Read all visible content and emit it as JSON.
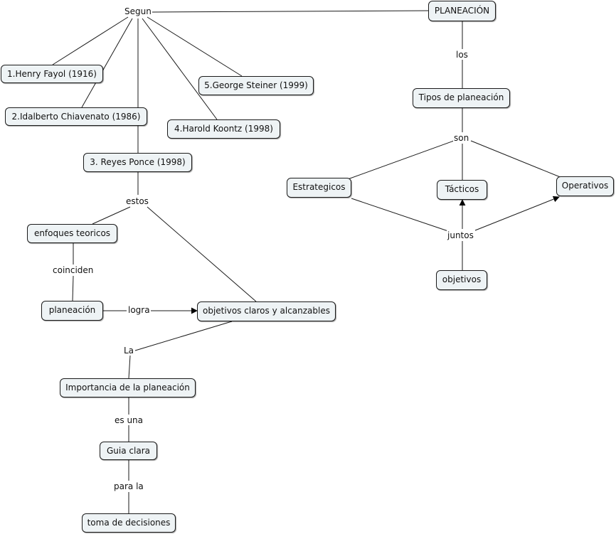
{
  "nodes": {
    "planeacion_root": "PLANEACIÓN",
    "fayol": "1.Henry Fayol (1916)",
    "chiavenato": "2.Idalberto Chiavenato (1986)",
    "reyes": "3. Reyes Ponce (1998)",
    "koontz": "4.Harold Koontz (1998)",
    "steiner": "5.George Steiner (1999)",
    "enfoques": "enfoques teoricos",
    "planeacion": "planeación",
    "objetivos_claros": "objetivos claros y alcanzables",
    "importancia": "Importancia de la planeación",
    "guia": "Guia clara",
    "toma": "toma de decisiones",
    "tipos": "Tipos de planeación",
    "estrategicos": "Estrategicos",
    "tacticos": "Tácticos",
    "operativos": "Operativos",
    "objetivos": "objetivos"
  },
  "links": {
    "segun": "Segun",
    "estos": "estos",
    "coinciden": "coinciden",
    "logra": "logra",
    "la": "La",
    "es_una": "es una",
    "para_la": "para la",
    "los": "los",
    "son": "son",
    "juntos": "juntos"
  }
}
